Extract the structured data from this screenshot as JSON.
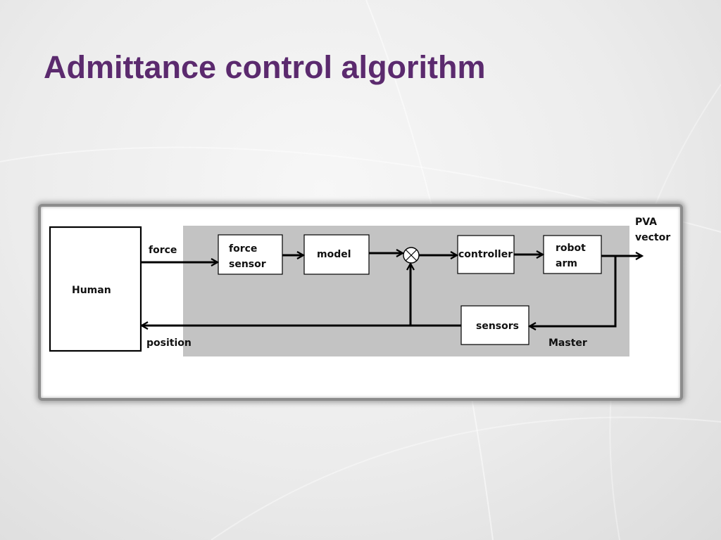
{
  "title": "Admittance control algorithm",
  "diagram": {
    "blocks": {
      "human": "Human",
      "force_sensor": [
        "force",
        "sensor"
      ],
      "model": "model",
      "controller": "controller",
      "robot_arm": [
        "robot",
        "arm"
      ],
      "sensors": "sensors"
    },
    "edge_labels": {
      "force": "force",
      "position": "position",
      "output": [
        "PVA",
        "vector"
      ],
      "master": "Master"
    }
  }
}
